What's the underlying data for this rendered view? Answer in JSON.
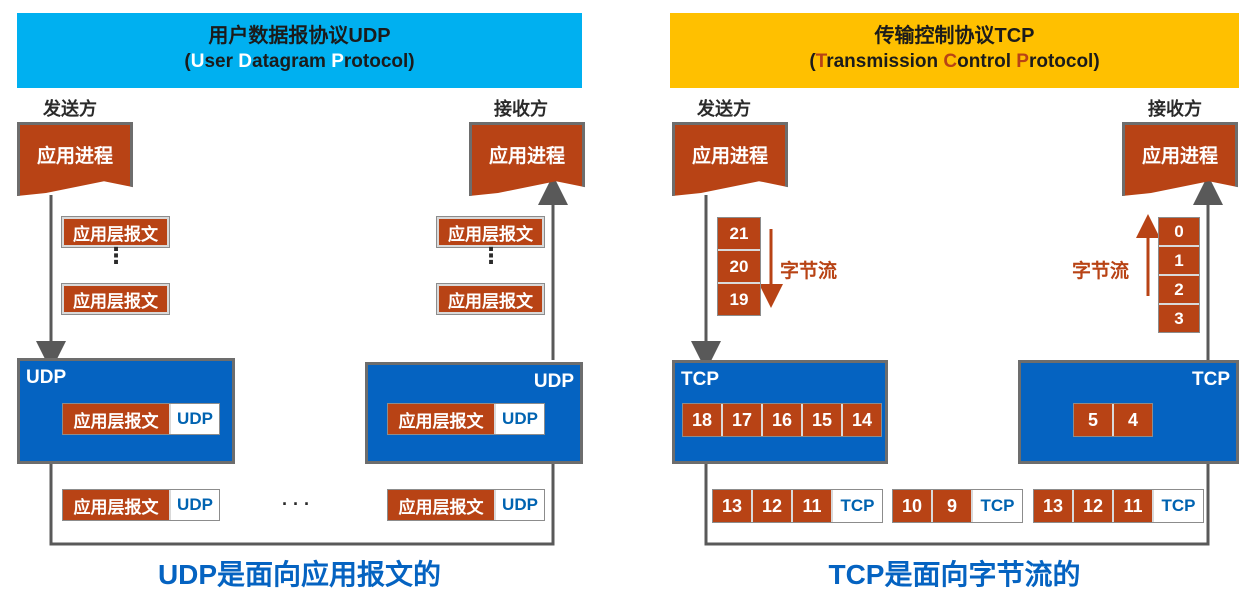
{
  "udp": {
    "title": "用户数据报协议UDP",
    "subtitle_open": "(",
    "subtitle_u": "U",
    "subtitle_ser": "ser ",
    "subtitle_d": "D",
    "subtitle_atagram": "atagram ",
    "subtitle_p": "P",
    "subtitle_rotocol": "rotocol)",
    "sender": "发送方",
    "receiver": "接收方",
    "process": "应用进程",
    "message": "应用层报文",
    "vdots": "⋮",
    "layer_label": "UDP",
    "header": "UDP",
    "hdots": "· · ·",
    "footer": "UDP是面向应用报文的"
  },
  "tcp": {
    "title": "传输控制协议TCP",
    "subtitle_open": "(",
    "subtitle_t": "T",
    "subtitle_ransmission": "ransmission ",
    "subtitle_c": "C",
    "subtitle_ontrol": "ontrol ",
    "subtitle_p": "P",
    "subtitle_rotocol": "rotocol)",
    "sender": "发送方",
    "receiver": "接收方",
    "process": "应用进程",
    "byte_stream": "字节流",
    "sender_stream": [
      "21",
      "20",
      "19"
    ],
    "receiver_stream": [
      "0",
      "1",
      "2",
      "3"
    ],
    "layer_label": "TCP",
    "send_buffer": [
      "18",
      "17",
      "16",
      "15",
      "14"
    ],
    "recv_buffer": [
      "5",
      "4"
    ],
    "segments": [
      {
        "bytes": [
          "13",
          "12",
          "11"
        ],
        "header": "TCP"
      },
      {
        "bytes": [
          "10",
          "9"
        ],
        "header": "TCP"
      },
      {
        "bytes": [
          "13",
          "12",
          "11"
        ],
        "header": "TCP"
      }
    ],
    "footer": "TCP是面向字节流的"
  },
  "colors": {
    "udp_banner": "#00b0f0",
    "tcp_banner": "#ffc000",
    "data_brown": "#b84315",
    "layer_blue": "#0563c1"
  }
}
